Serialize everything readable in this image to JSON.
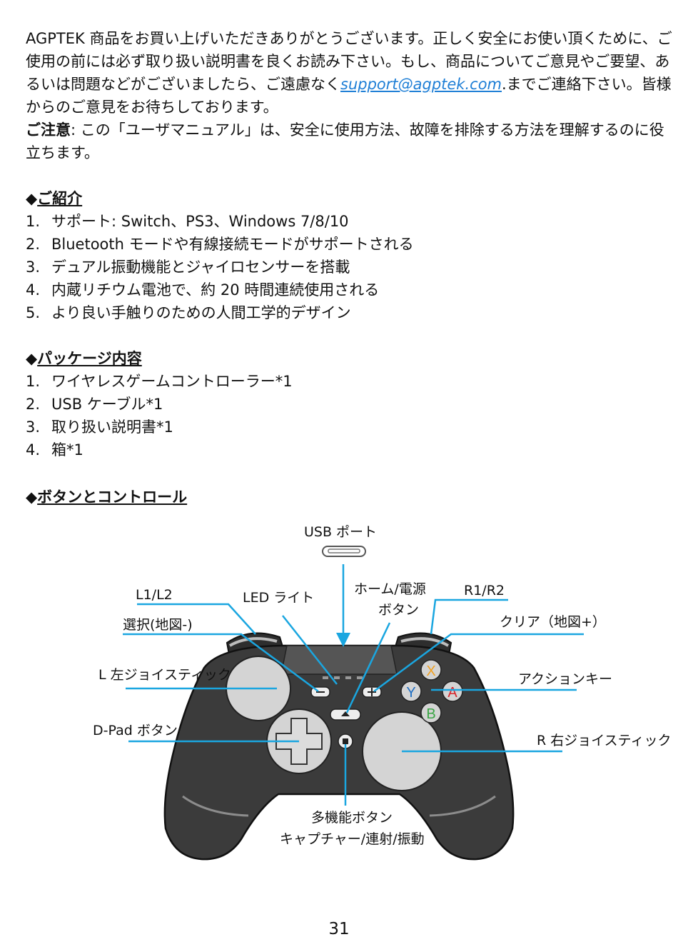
{
  "intro": {
    "text_before_link": "AGPTEK 商品をお買い上げいただきありがとうございます。正しく安全にお使い頂くために、ご使用の前には必ず取り扱い説明書を良くお読み下さい。もし、商品についてご意見やご要望、あるいは問題などがございましたら、ご遠慮なく",
    "email": "support@agptek.com",
    "text_after_link": ".までご連絡下さい。皆様からのご意見をお待ちしております。"
  },
  "notice": {
    "label": "ご注意",
    "text": ": この「ユーザマニュアル」は、安全に使用方法、故障を排除する方法を理解するのに役立ちます。"
  },
  "sections": {
    "intro_section": {
      "marker": "◆",
      "title": "ご紹介",
      "items": [
        {
          "num": "1.",
          "text": "サポート: Switch、PS3、Windows 7/8/10"
        },
        {
          "num": "2.",
          "text": "Bluetooth モードや有線接続モードがサポートされる"
        },
        {
          "num": "3.",
          "text": "デュアル振動機能とジャイロセンサーを搭載"
        },
        {
          "num": "4.",
          "text": "内蔵リチウム電池で、約 20 時間連続使用される"
        },
        {
          "num": "5.",
          "text": "より良い手触りのための人間工学的デザイン"
        }
      ]
    },
    "package_section": {
      "marker": "◆",
      "title": "パッケージ内容",
      "items": [
        {
          "num": "1.",
          "text": "ワイヤレスゲームコントローラー*1"
        },
        {
          "num": "2.",
          "text": "USB ケーブル*1"
        },
        {
          "num": "3.",
          "text": "取り扱い説明書*1"
        },
        {
          "num": "4.",
          "text": "箱*1"
        }
      ]
    },
    "buttons_section": {
      "marker": "◆",
      "title": "ボタンとコントロール"
    }
  },
  "diagram": {
    "usb_port": "USB ポート",
    "l1l2": "L1/L2",
    "led": "LED ライト",
    "home_power_1": "ホーム/電源",
    "home_power_2": "ボタン",
    "r1r2": "R1/R2",
    "select": "選択(地図-)",
    "clear": "クリア（地図+）",
    "left_stick": "L 左ジョイスティック",
    "action_keys": "アクションキー",
    "dpad": "D-Pad ボタン",
    "right_stick": "R 右ジョイスティック",
    "multi_1": "多機能ボタン",
    "multi_2": "キャプチャー/連射/振動",
    "btn_x": "X",
    "btn_y": "Y",
    "btn_a": "A",
    "btn_b": "B",
    "colors": {
      "line": "#1aa6e0",
      "body": "#3b3b3b",
      "stick": "#d4d4d4",
      "x": "#f0a020",
      "y": "#1f6fc4",
      "a": "#d8262b",
      "b": "#3aa645"
    }
  },
  "page_number": "31"
}
